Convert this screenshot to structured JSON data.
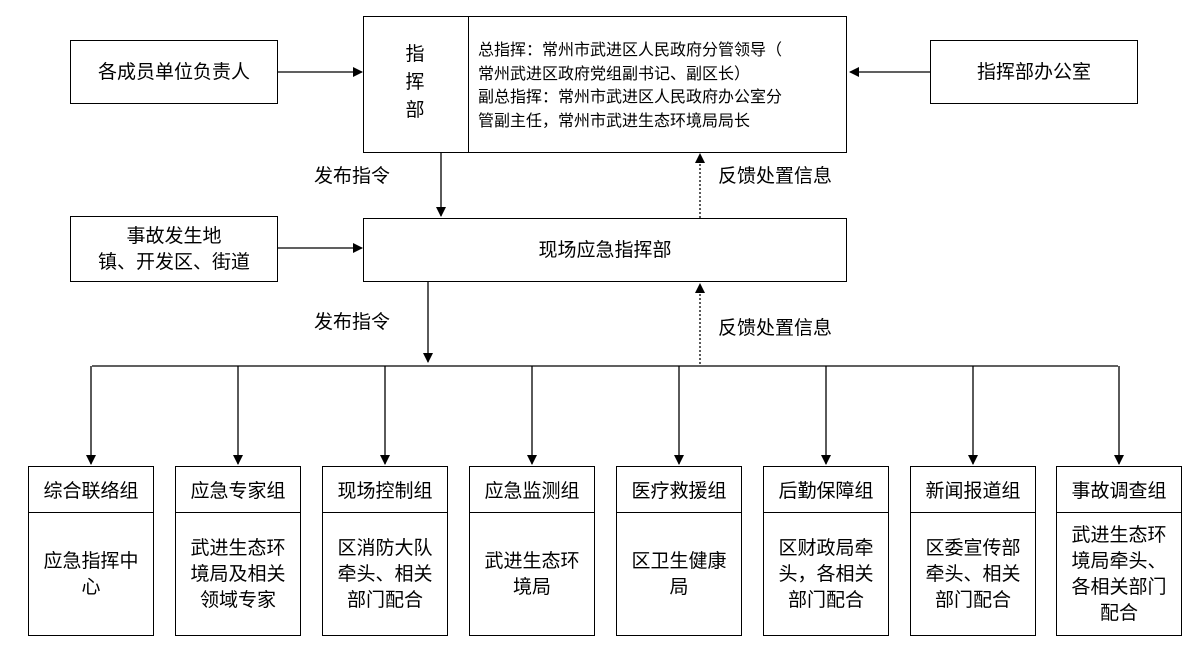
{
  "member_units": {
    "label": "各成员单位负责人"
  },
  "hq": {
    "label_chars": [
      "指",
      "挥",
      "部"
    ],
    "desc_lines": [
      "总指挥：常州市武进区人民政府分管领导（",
      "常州武进区政府党组副书记、副区长）",
      "副总指挥：常州市武进区人民政府办公室分",
      "管副主任，常州市武进生态环境局局长"
    ]
  },
  "hq_office": {
    "label": "指挥部办公室"
  },
  "incident_location": {
    "line1": "事故发生地",
    "line2": "镇、开发区、街道"
  },
  "onsite_hq": {
    "label": "现场应急指挥部"
  },
  "edges": {
    "issue_order_1": "发布指令",
    "feedback_1": "反馈处置信息",
    "issue_order_2": "发布指令",
    "feedback_2": "反馈处置信息"
  },
  "groups": [
    {
      "title": "综合联络组",
      "body": "应急指挥中心"
    },
    {
      "title": "应急专家组",
      "body": "武进生态环境局及相关领域专家"
    },
    {
      "title": "现场控制组",
      "body": "区消防大队牵头、相关部门配合"
    },
    {
      "title": "应急监测组",
      "body": "武进生态环境局"
    },
    {
      "title": "医疗救援组",
      "body": "区卫生健康局"
    },
    {
      "title": "后勤保障组",
      "body": "区财政局牵头，各相关部门配合"
    },
    {
      "title": "新闻报道组",
      "body": "区委宣传部牵头、相关部门配合"
    },
    {
      "title": "事故调查组",
      "body": "武进生态环境局牵头、各相关部门配合"
    }
  ]
}
